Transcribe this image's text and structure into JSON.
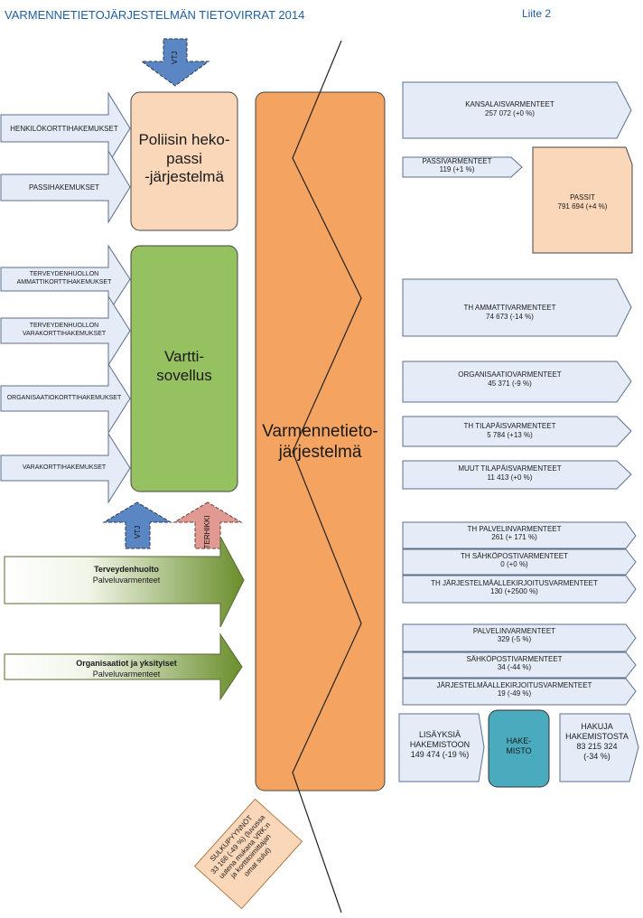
{
  "header": {
    "title": "VARMENNETIETOJÄRJESTELMÄN TIETOVIRRAT 2014",
    "attachment": "Liite 2"
  },
  "colors": {
    "title": "#1f5fa0",
    "police_box": "#fad7b9",
    "vartti_box": "#96c160",
    "central_box": "#f4a460",
    "hakemisto_box": "#4aabbe",
    "input_arrow": "#e5ecf7",
    "output_arrow": "#e5ecf7",
    "vtj_arrow": "#5b86c4",
    "terhikki_arrow": "#e09a92",
    "green_arrow": "#6a8e2c"
  },
  "systems": {
    "police": "Poliisin heko-\npassi\n-järjestelmä",
    "vartti": "Vartti-\nsovellus",
    "central": "Varmennetieto-\njärjestelmä",
    "hakemisto": "HAKE-\nMISTO"
  },
  "sources": {
    "vtj_top": "VTJ",
    "vtj_bottom": "VTJ",
    "terhikki": "TERHIKKI"
  },
  "inputs": {
    "police": [
      "HENKILÖKORTTIHAKEMUKSET",
      "PASSIHAKEMUKSET"
    ],
    "vartti": [
      "TERVEYDENHUOLLON\nAMMATTIKORTTIHAKEMUKSET",
      "TERVEYDENHUOLLON\nVARAKORTTIHAKEMUKSET",
      "ORGANISAATIOKORTTIHAKEMUKSET",
      "VARAKORTTIHAKEMUKSET"
    ]
  },
  "green_inputs": [
    {
      "title": "Terveydenhuolto",
      "sub": "Palveluvarmenteet"
    },
    {
      "title": "Organisaatiot ja yksityiset",
      "sub": "Palveluvarmenteet"
    }
  ],
  "outputs": [
    {
      "label": "KANSALAISVARMENTEET",
      "value": "257 072 (+0 %)"
    },
    {
      "label": "PASSIVARMENTEET",
      "value": "119 (+1 %)"
    },
    {
      "label": "PASSIT",
      "value": "791 694 (+4 %)"
    },
    {
      "label": "TH AMMATTIVARMENTEET",
      "value": "74 673 (-14 %)"
    },
    {
      "label": "ORGANISAATIOVARMENTEET",
      "value": "45 371 (-9 %)"
    },
    {
      "label": "TH TILAPÄISVARMENTEET",
      "value": "5 784 (+13 %)"
    },
    {
      "label": "MUUT TILAPÄISVARMENTEET",
      "value": "11 413 (+0 %)"
    },
    {
      "label": "TH PALVELINVARMENTEET",
      "value": "261 (+ 171 %)"
    },
    {
      "label": "TH SÄHKÖPOSTIVARMENTEET",
      "value": "0 (+0 %)"
    },
    {
      "label": "TH JÄRJESTELMÄALLEKIRJOITUSVARMENTEET",
      "value": "130 (+2500 %)"
    },
    {
      "label": "PALVELINVARMENTEET",
      "value": "329 (-5 %)"
    },
    {
      "label": "SÄHKÖPOSTIVARMENTEET",
      "value": "34 (-44 %)"
    },
    {
      "label": "JÄRJESTELMÄALLEKIRJOITUSVARMENTEET",
      "value": "19 (-49 %)"
    }
  ],
  "directory": {
    "additions": "LISÄYKSIÄ\nHAKEMISTOON\n149 474 (-19 %)",
    "searches": "HAKUJA\nHAKEMISTOSTA\n83 215 324\n(-34 %)"
  },
  "revocation": "SULKUPYYNNÖT\n33 166 (-49 %) (luvussa\nuutena mukana VRK:n\nja korttitoimittajan\nomat sulut)"
}
